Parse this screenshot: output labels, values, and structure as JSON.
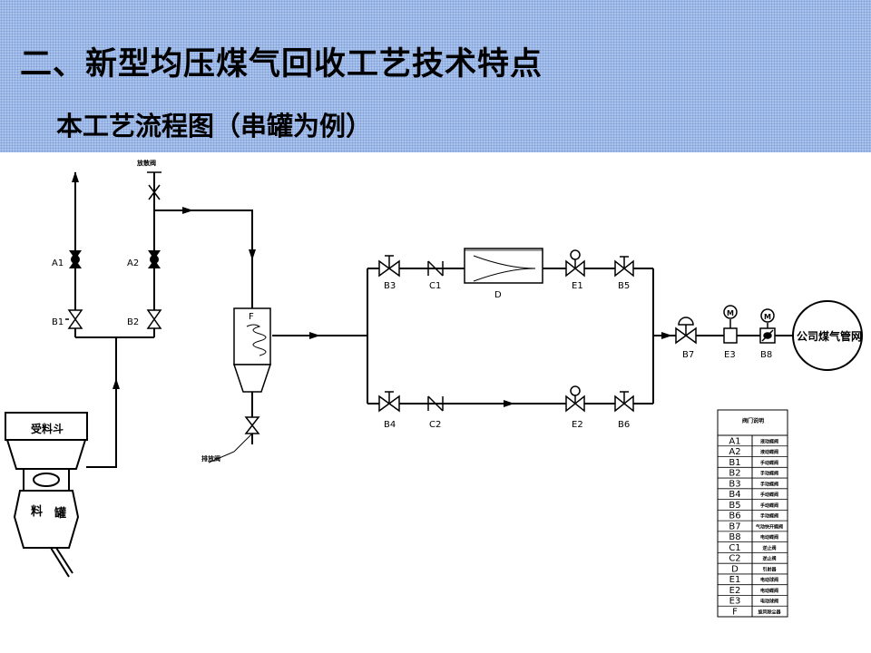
{
  "slide": {
    "title": "二、新型均压煤气回收工艺技术特点",
    "subtitle": "本工艺流程图（串罐为例）"
  },
  "diagram": {
    "top_small_label": "放散阀",
    "side_label": "排放阀",
    "hopper_label": "受料斗",
    "tank_char1": "料",
    "tank_char2": "罐",
    "destination": "公司煤气管网",
    "valves": {
      "A1": "A1",
      "A2": "A2",
      "B1": "B1",
      "B2": "B2",
      "B3": "B3",
      "C1": "C1",
      "D": "D",
      "E1": "E1",
      "B5": "B5",
      "B4": "B4",
      "C2": "C2",
      "E2": "E2",
      "B6": "B6",
      "B7": "B7",
      "E3": "E3",
      "B8": "B8",
      "F": "F"
    },
    "motor": "M"
  },
  "legend": {
    "title": "阀门说明",
    "rows": [
      {
        "code": "A1",
        "desc": "液动蝶阀"
      },
      {
        "code": "A2",
        "desc": "液动蝶阀"
      },
      {
        "code": "B1",
        "desc": "手动蝶阀"
      },
      {
        "code": "B2",
        "desc": "手动蝶阀"
      },
      {
        "code": "B3",
        "desc": "手动蝶阀"
      },
      {
        "code": "B4",
        "desc": "手动蝶阀"
      },
      {
        "code": "B5",
        "desc": "手动蝶阀"
      },
      {
        "code": "B6",
        "desc": "手动蝶阀"
      },
      {
        "code": "B7",
        "desc": "气动快开蝶阀"
      },
      {
        "code": "B8",
        "desc": "电动蝶阀"
      },
      {
        "code": "C1",
        "desc": "逆止阀"
      },
      {
        "code": "C2",
        "desc": "逆止阀"
      },
      {
        "code": "D",
        "desc": "引射器"
      },
      {
        "code": "E1",
        "desc": "电动球阀"
      },
      {
        "code": "E2",
        "desc": "电动蝶阀"
      },
      {
        "code": "E3",
        "desc": "电动球阀"
      },
      {
        "code": "F",
        "desc": "旋风除尘器"
      }
    ]
  }
}
